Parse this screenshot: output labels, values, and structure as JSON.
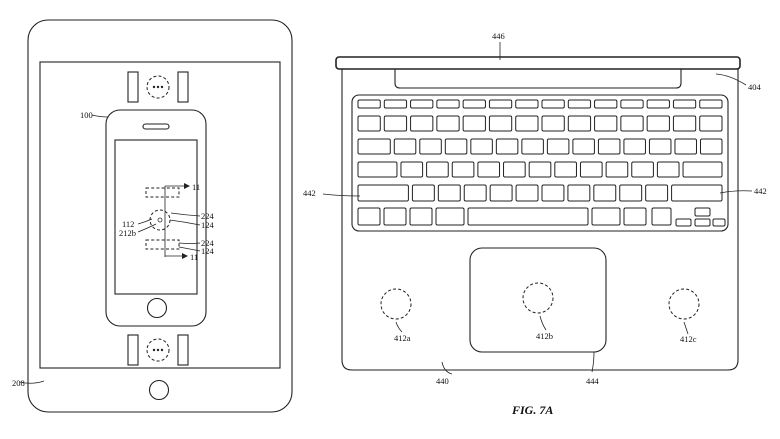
{
  "caption": "FIG. 7A",
  "labels": {
    "tablet": "208",
    "phone": "100",
    "lid": "446",
    "laptop_corner": "404",
    "keyboard_left": "442",
    "keyboard_right": "442",
    "coil_left": "412a",
    "coil_center": "412b",
    "coil_right": "412c",
    "base": "440",
    "trackpad": "444",
    "arrow_top": "11",
    "arrow_bottom": "11",
    "ref_224_top": "224",
    "ref_124_top": "124",
    "ref_112": "112",
    "ref_212b": "212b",
    "ref_224_bottom": "224",
    "ref_124_bottom": "124"
  }
}
